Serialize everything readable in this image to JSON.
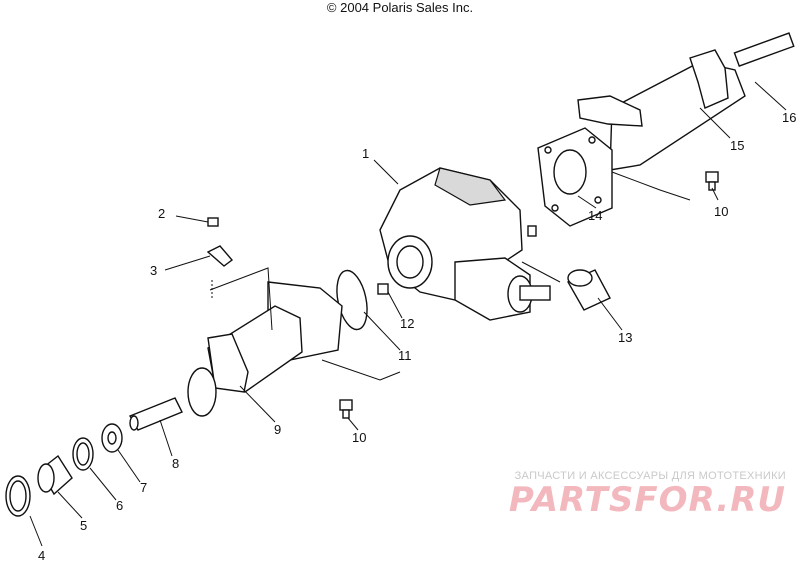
{
  "copyright": "© 2004 Polaris Sales Inc.",
  "callouts": [
    {
      "id": "1",
      "text": "1"
    },
    {
      "id": "2",
      "text": "2"
    },
    {
      "id": "3",
      "text": "3"
    },
    {
      "id": "4",
      "text": "4"
    },
    {
      "id": "5",
      "text": "5"
    },
    {
      "id": "6",
      "text": "6"
    },
    {
      "id": "7",
      "text": "7"
    },
    {
      "id": "8",
      "text": "8"
    },
    {
      "id": "9",
      "text": "9"
    },
    {
      "id": "10a",
      "text": "10"
    },
    {
      "id": "10b",
      "text": "10"
    },
    {
      "id": "11",
      "text": "11"
    },
    {
      "id": "12",
      "text": "12"
    },
    {
      "id": "13",
      "text": "13"
    },
    {
      "id": "14",
      "text": "14"
    },
    {
      "id": "15",
      "text": "15"
    },
    {
      "id": "16",
      "text": "16"
    }
  ],
  "watermark": {
    "subtitle": "ЗАПЧАСТИ И АКСЕССУАРЫ ДЛЯ МОТОТЕХНИКИ",
    "logo": "PARTSFOR.RU",
    "color": "#f2b8bd"
  }
}
